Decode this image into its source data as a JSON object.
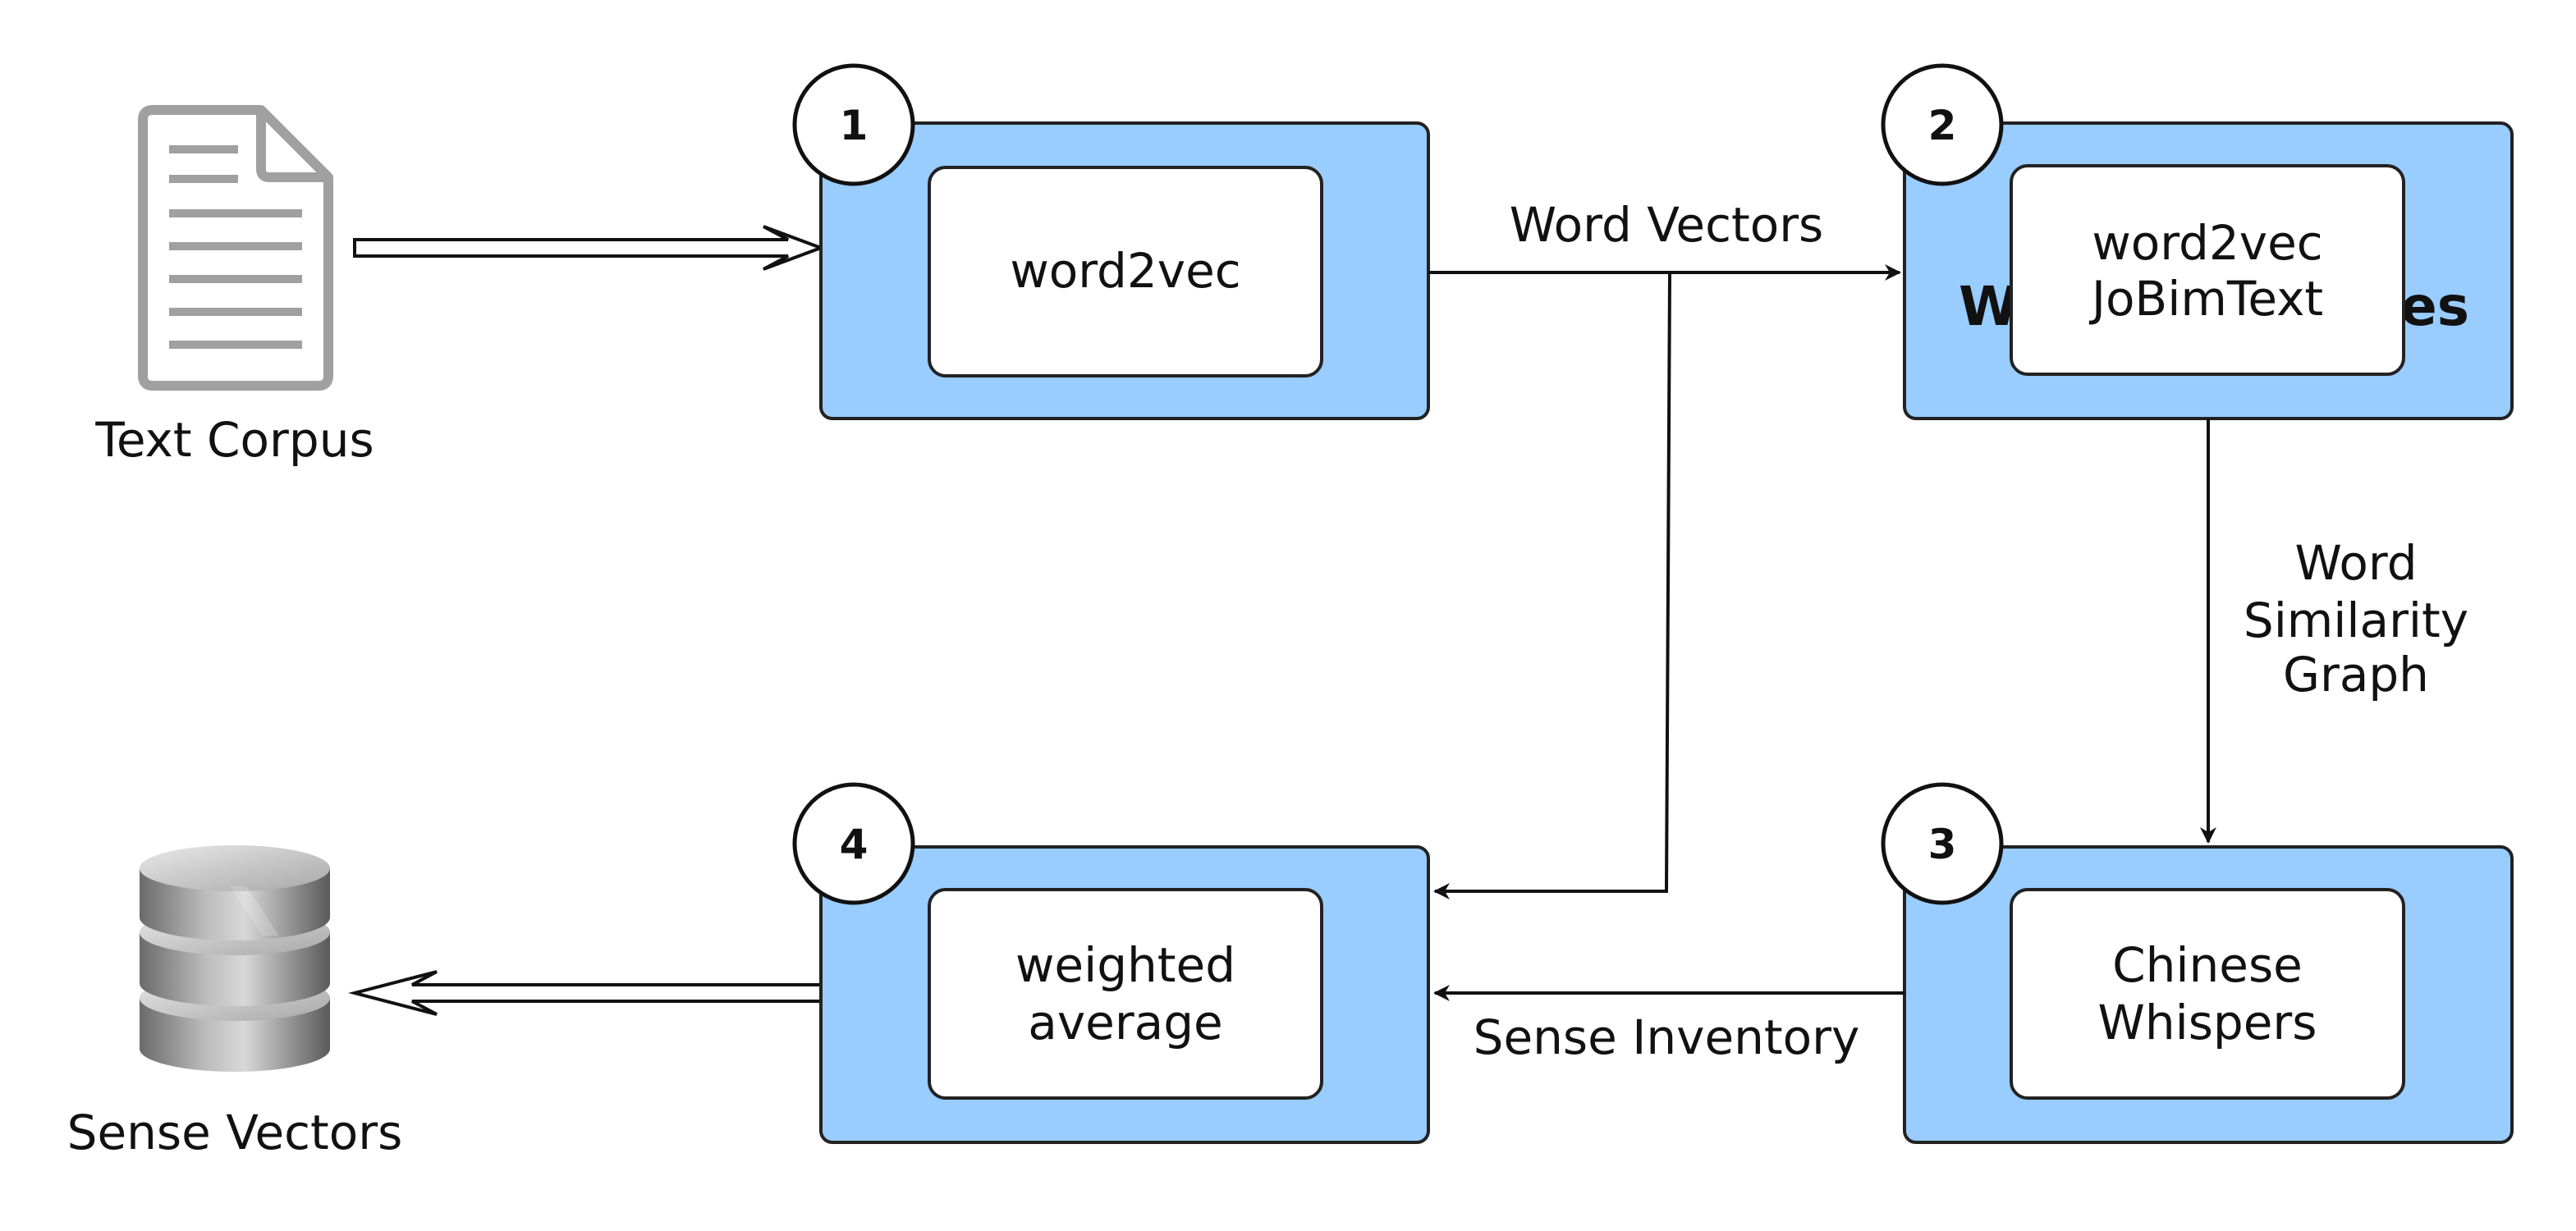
{
  "inputs": {
    "text_corpus_label": "Text Corpus",
    "sense_vectors_label": "Sense Vectors",
    "doc_icon": "document-icon",
    "db_icon": "database-icon"
  },
  "steps": [
    {
      "number": "1",
      "label_lines": [
        "word2vec"
      ]
    },
    {
      "number": "2",
      "label_lines": [
        "word2vec",
        "JoBimText"
      ],
      "hidden_title_left": "W",
      "hidden_title_right": "es"
    },
    {
      "number": "3",
      "label_lines": [
        "Chinese",
        "Whispers"
      ]
    },
    {
      "number": "4",
      "label_lines": [
        "weighted",
        "average"
      ]
    }
  ],
  "edges": {
    "word_vectors": "Word Vectors",
    "word_similarity_graph": [
      "Word",
      "Similarity",
      "Graph"
    ],
    "sense_inventory": "Sense Inventory"
  },
  "colors": {
    "step_fill": "#99ccff",
    "step_stroke": "#222222",
    "inner_fill": "#ffffff",
    "doc_gray": "#a0a0a0",
    "arrow": "#111111"
  }
}
